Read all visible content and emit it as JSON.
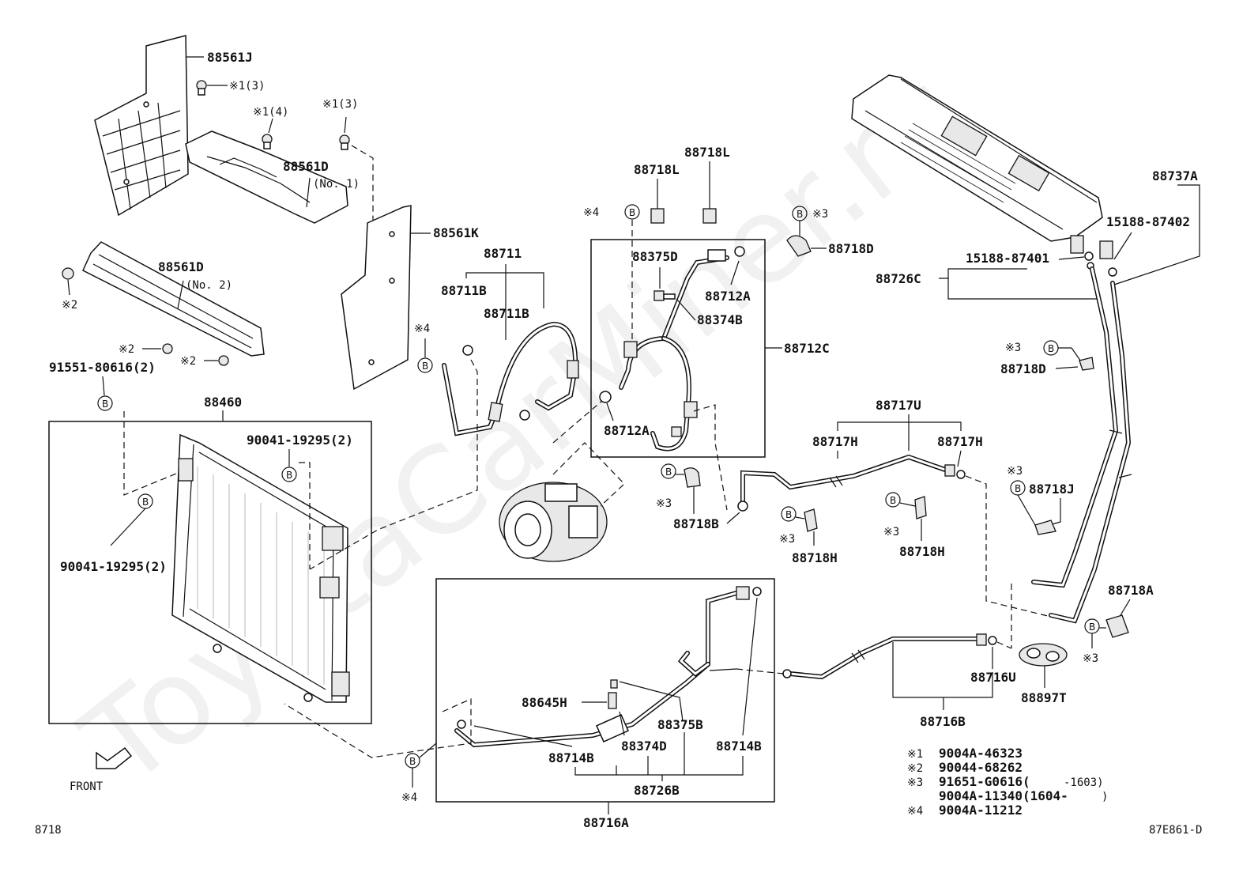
{
  "watermark": "ToyotaCarMiner.ru",
  "diagram_code": "8718",
  "ref_code": "87E861-D",
  "front_label": "FRONT",
  "labels": {
    "p88561J": "88561J",
    "p88561D_1": "88561D",
    "p88561D_1_sub": "(No. 1)",
    "p88561K": "88561K",
    "p88561D_2": "88561D",
    "p88561D_2_sub": "(No. 2)",
    "p91551": "91551-80616(2)",
    "p88460": "88460",
    "p90041_a": "90041-19295(2)",
    "p90041_b": "90041-19295(2)",
    "p88711": "88711",
    "p88711B_a": "88711B",
    "p88711B_b": "88711B",
    "p88718L_a": "88718L",
    "p88718L_b": "88718L",
    "p88375D": "88375D",
    "p88712A_a": "88712A",
    "p88374B": "88374B",
    "p88712C": "88712C",
    "p88712A_b": "88712A",
    "p88718D_a": "88718D",
    "p88726C": "88726C",
    "p15188_87401": "15188-87401",
    "p15188_87402": "15188-87402",
    "p88737A": "88737A",
    "p88718D_b": "88718D",
    "p88717U": "88717U",
    "p88717H_a": "88717H",
    "p88717H_b": "88717H",
    "p88718B": "88718B",
    "p88718H_a": "88718H",
    "p88718H_b": "88718H",
    "p88718J": "88718J",
    "p88718A": "88718A",
    "p88716U": "88716U",
    "p88897T": "88897T",
    "p88716B": "88716B",
    "p88645H": "88645H",
    "p88375B": "88375B",
    "p88374D": "88374D",
    "p88714B_a": "88714B",
    "p88714B_b": "88714B",
    "p88726B": "88726B",
    "p88716A": "88716A"
  },
  "markers": {
    "m1_3a": "※1(3)",
    "m1_4": "※1(4)",
    "m1_3b": "※1(3)",
    "m2_a": "※2",
    "m2_b": "※2",
    "m2_c": "※2",
    "m3_a": "※3",
    "m3_b": "※3",
    "m3_c": "※3",
    "m3_d": "※3",
    "m3_e": "※3",
    "m3_f": "※3",
    "m3_g": "※3",
    "m4_a": "※4",
    "m4_b": "※4",
    "m4_c": "※4",
    "circle_b": "B"
  },
  "legend": {
    "k1": "※1",
    "v1": "9004A-46323",
    "k2": "※2",
    "v2": "90044-68262",
    "k3": "※3",
    "v3a": "91651-G0616(",
    "v3a_range": "-1603)",
    "v3b": "9004A-11340(1604-",
    "v3b_close": ")",
    "k4": "※4",
    "v4": "9004A-11212"
  }
}
